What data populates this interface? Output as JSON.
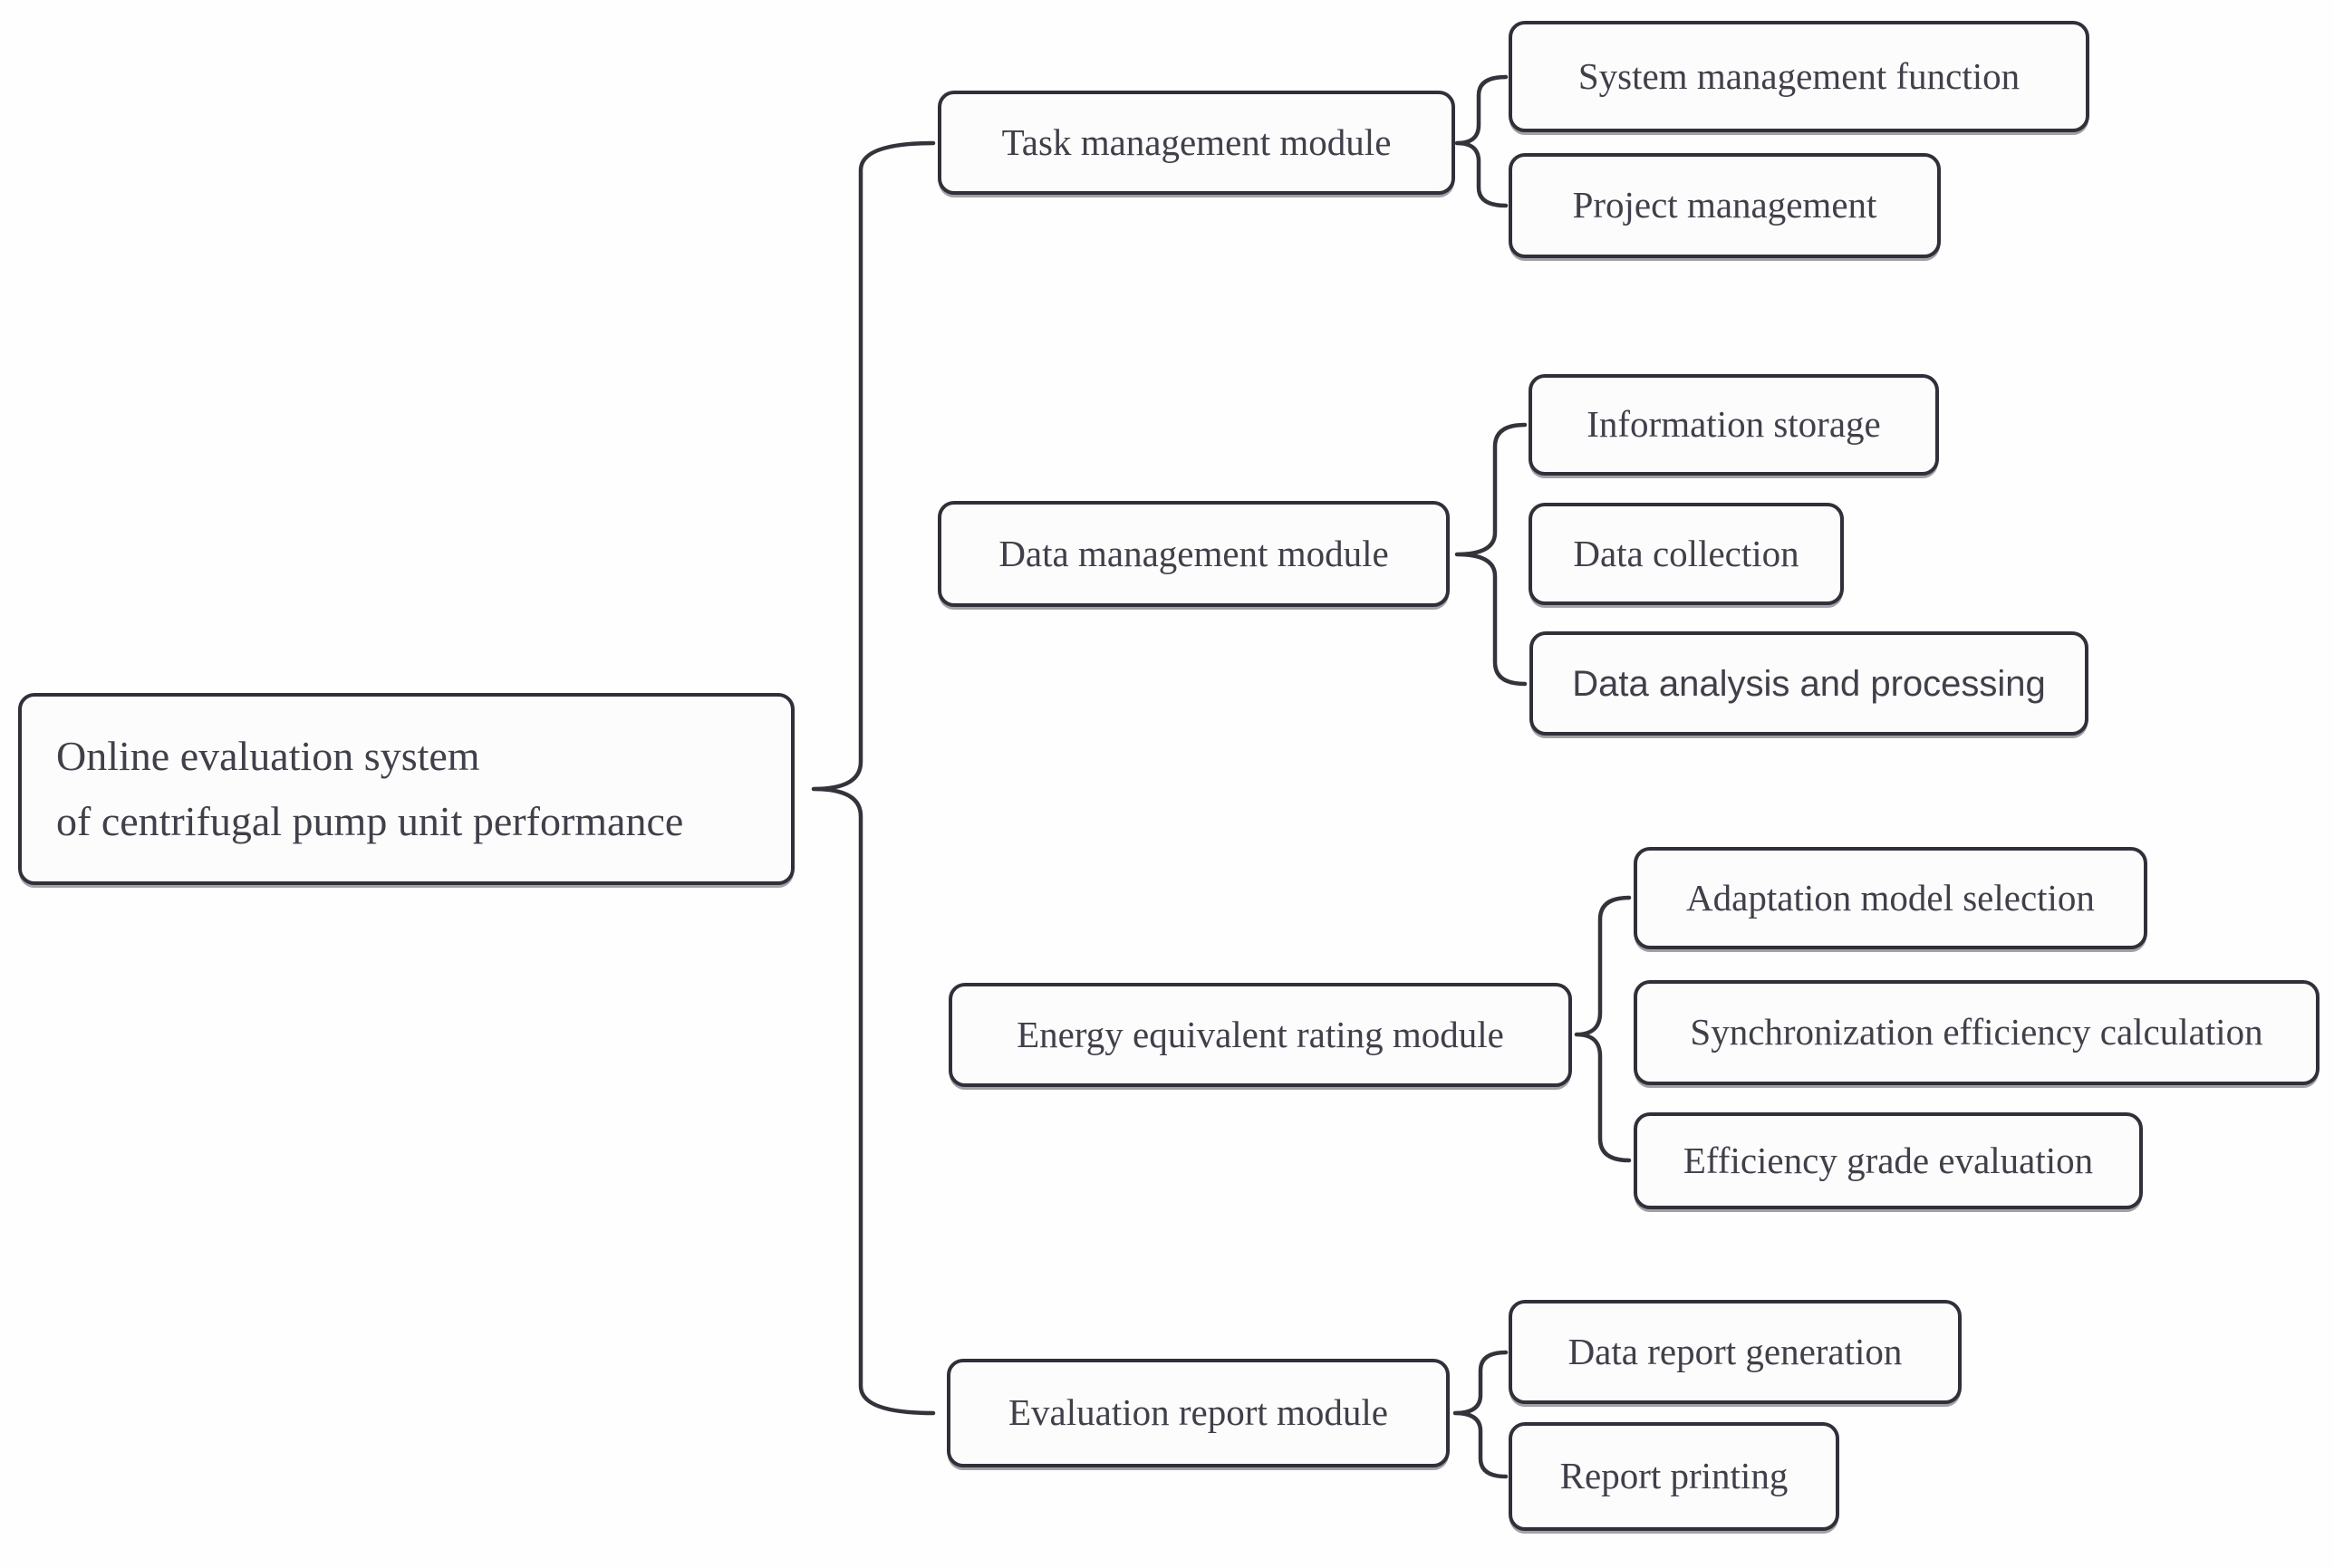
{
  "title": "Online evaluation system of centrifugal pump unit performance",
  "root": {
    "line1": "Online evaluation system",
    "line2": "of centrifugal pump unit performance"
  },
  "modules": [
    {
      "label": "Task management module",
      "children": [
        {
          "label": "System management function"
        },
        {
          "label": "Project management"
        }
      ]
    },
    {
      "label": "Data management module",
      "children": [
        {
          "label": "Information storage"
        },
        {
          "label": "Data collection"
        },
        {
          "label": "Data analysis and processing"
        }
      ]
    },
    {
      "label": "Energy equivalent rating module",
      "children": [
        {
          "label": "Adaptation model selection"
        },
        {
          "label": "Synchronization efficiency calculation"
        },
        {
          "label": "Efficiency grade evaluation"
        }
      ]
    },
    {
      "label": "Evaluation report module",
      "children": [
        {
          "label": "Data report generation"
        },
        {
          "label": "Report printing"
        }
      ]
    }
  ],
  "colors": {
    "background": "#fefefe",
    "box_fill": "#fcfcfd",
    "border": "#30303a",
    "text": "#40404a",
    "brace": "#33333b"
  }
}
